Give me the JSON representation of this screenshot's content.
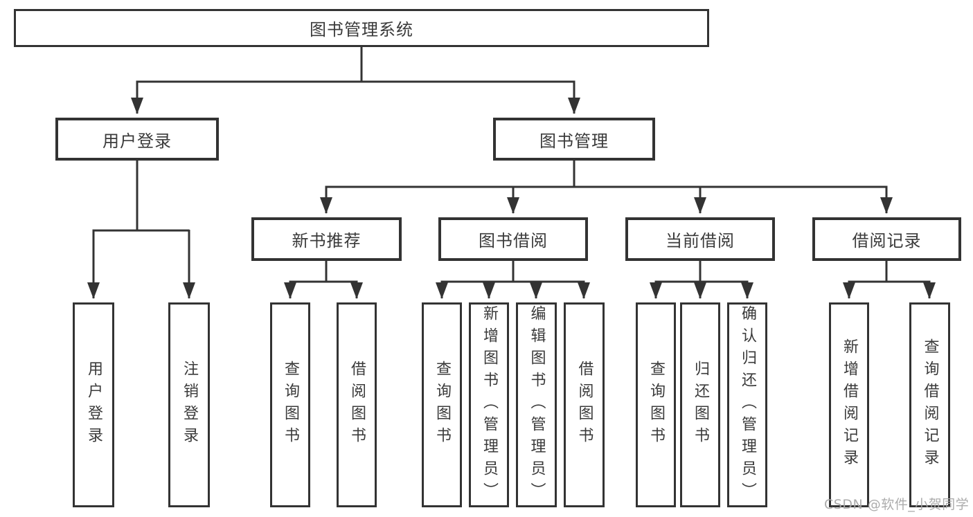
{
  "tree": {
    "label": "图书管理系统",
    "children": [
      {
        "label": "用户登录",
        "children": [
          {
            "label": "用户登录"
          },
          {
            "label": "注销登录"
          }
        ]
      },
      {
        "label": "图书管理",
        "children": [
          {
            "label": "新书推荐",
            "children": [
              {
                "label": "查询图书"
              },
              {
                "label": "借阅图书"
              }
            ]
          },
          {
            "label": "图书借阅",
            "children": [
              {
                "label": "查询图书"
              },
              {
                "label": "新增图书（管理员）"
              },
              {
                "label": "编辑图书（管理员）"
              },
              {
                "label": "借阅图书"
              }
            ]
          },
          {
            "label": "当前借阅",
            "children": [
              {
                "label": "查询图书"
              },
              {
                "label": "归还图书"
              },
              {
                "label": "确认归还（管理员）"
              }
            ]
          },
          {
            "label": "借阅记录",
            "children": [
              {
                "label": "新增借阅记录"
              },
              {
                "label": "查询借阅记录"
              }
            ]
          }
        ]
      }
    ]
  },
  "watermark": "CSDN @软件_小贺同学",
  "colors": {
    "line": "#333333",
    "text": "#3a3a3a",
    "watermark": "#a8a8a8",
    "background": "#ffffff"
  }
}
